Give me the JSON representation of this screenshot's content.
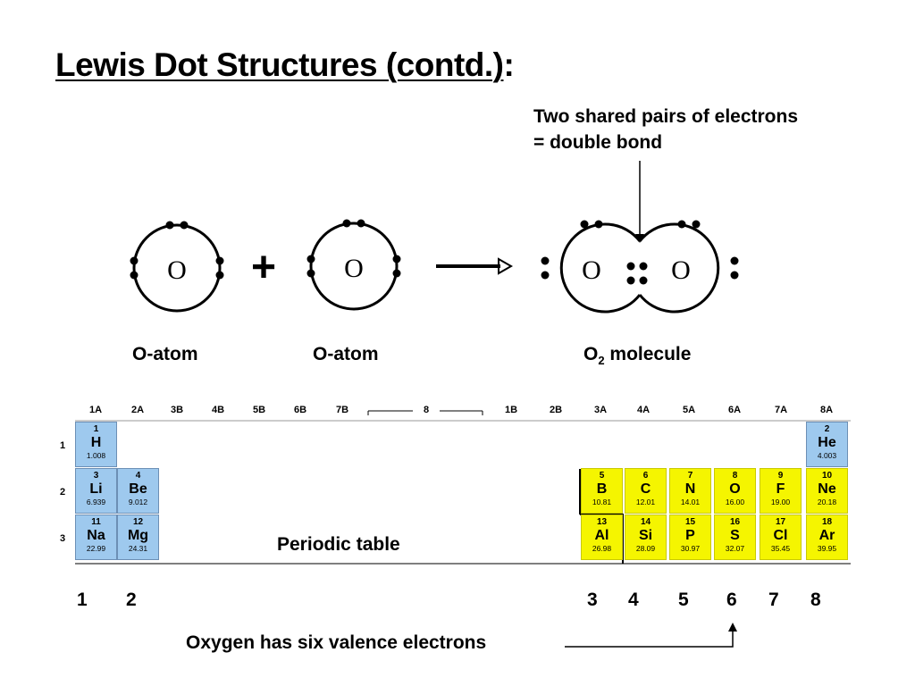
{
  "slide": {
    "title": "Lewis Dot Structures (contd.)",
    "title_suffix": ":",
    "annotation_line1": "Two shared pairs of electrons",
    "annotation_line2": "= double bond",
    "plus_sign": "+",
    "atom_symbol": "O",
    "label_atom1": "O-atom",
    "label_atom2": "O-atom",
    "label_molecule_prefix": "O",
    "label_molecule_sub": "2",
    "label_molecule_suffix": " molecule",
    "periodic_table_label": "Periodic table",
    "valence_note": "Oxygen has six valence electrons"
  },
  "periodic_table": {
    "group_headers": [
      "1A",
      "2A",
      "3B",
      "4B",
      "5B",
      "6B",
      "7B",
      "8",
      "1B",
      "2B",
      "3A",
      "4A",
      "5A",
      "6A",
      "7A",
      "8A"
    ],
    "row_numbers": [
      "1",
      "2",
      "3"
    ],
    "elements": [
      {
        "num": "1",
        "sym": "H",
        "mass": "1.008",
        "color": "#9ec9ee"
      },
      {
        "num": "2",
        "sym": "He",
        "mass": "4.003",
        "color": "#9ec9ee"
      },
      {
        "num": "3",
        "sym": "Li",
        "mass": "6.939",
        "color": "#9ec9ee"
      },
      {
        "num": "4",
        "sym": "Be",
        "mass": "9.012",
        "color": "#9ec9ee"
      },
      {
        "num": "5",
        "sym": "B",
        "mass": "10.81",
        "color": "#f5f500"
      },
      {
        "num": "6",
        "sym": "C",
        "mass": "12.01",
        "color": "#f5f500"
      },
      {
        "num": "7",
        "sym": "N",
        "mass": "14.01",
        "color": "#f5f500"
      },
      {
        "num": "8",
        "sym": "O",
        "mass": "16.00",
        "color": "#f5f500"
      },
      {
        "num": "9",
        "sym": "F",
        "mass": "19.00",
        "color": "#f5f500"
      },
      {
        "num": "10",
        "sym": "Ne",
        "mass": "20.18",
        "color": "#f5f500"
      },
      {
        "num": "11",
        "sym": "Na",
        "mass": "22.99",
        "color": "#9ec9ee"
      },
      {
        "num": "12",
        "sym": "Mg",
        "mass": "24.31",
        "color": "#9ec9ee"
      },
      {
        "num": "13",
        "sym": "Al",
        "mass": "26.98",
        "color": "#f5f500"
      },
      {
        "num": "14",
        "sym": "Si",
        "mass": "28.09",
        "color": "#f5f500"
      },
      {
        "num": "15",
        "sym": "P",
        "mass": "30.97",
        "color": "#f5f500"
      },
      {
        "num": "16",
        "sym": "S",
        "mass": "32.07",
        "color": "#f5f500"
      },
      {
        "num": "17",
        "sym": "Cl",
        "mass": "35.45",
        "color": "#f5f500"
      },
      {
        "num": "18",
        "sym": "Ar",
        "mass": "39.95",
        "color": "#f5f500"
      }
    ]
  },
  "valence_numbers": [
    "1",
    "2",
    "3",
    "4",
    "5",
    "6",
    "7",
    "8"
  ]
}
